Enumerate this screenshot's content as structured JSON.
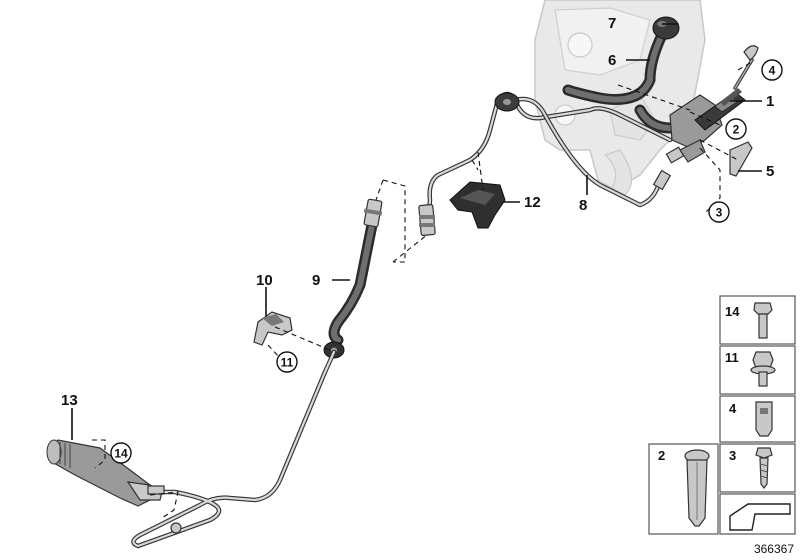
{
  "callouts": {
    "c1": "1",
    "c2": "2",
    "c3": "3",
    "c4": "4",
    "c5": "5",
    "c6": "6",
    "c7": "7",
    "c8": "8",
    "c9": "9",
    "c10": "10",
    "c11": "11",
    "c12": "12",
    "c13": "13",
    "c14": "14"
  },
  "legend": {
    "r14": "14",
    "r11": "11",
    "r4": "4",
    "r2": "2",
    "r3": "3"
  },
  "reference_number": "366367"
}
